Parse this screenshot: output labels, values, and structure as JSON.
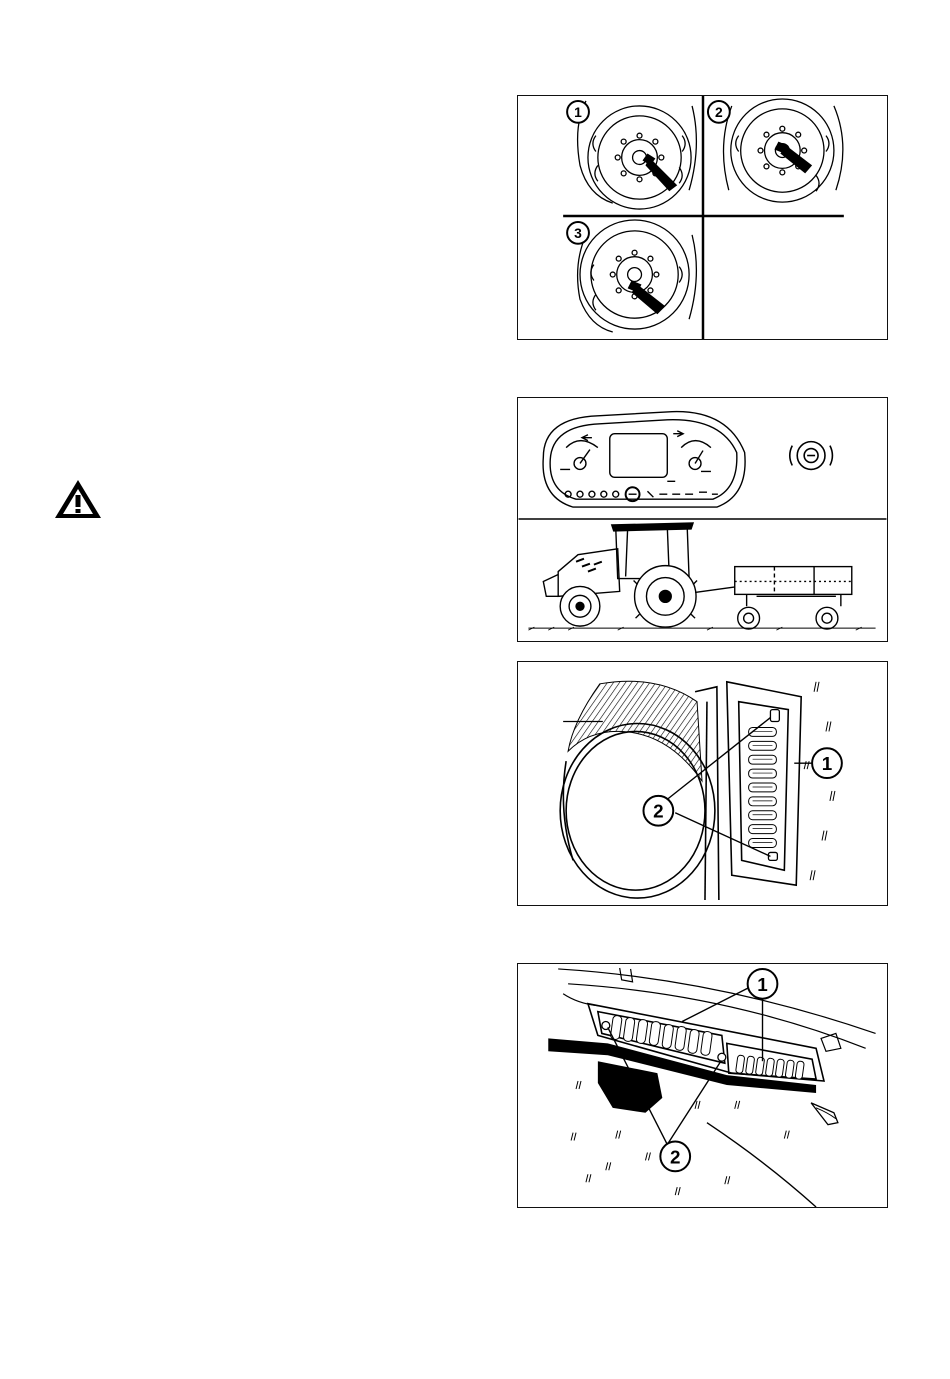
{
  "figures": {
    "wheels": {
      "callouts": [
        "1",
        "2",
        "3"
      ]
    },
    "grille": {
      "callouts": [
        "1",
        "2"
      ]
    },
    "cowl": {
      "callouts": [
        "1",
        "2"
      ]
    }
  },
  "icons": {
    "warning": "warning-triangle-icon",
    "brake": "brake-warning-icon"
  }
}
